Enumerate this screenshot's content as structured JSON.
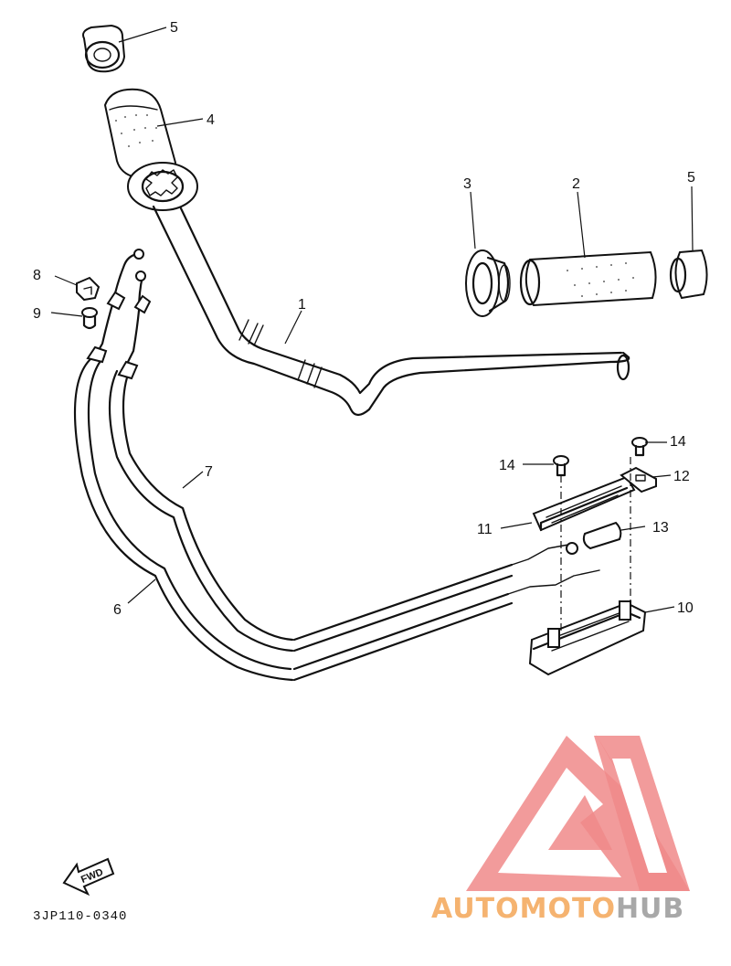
{
  "callouts": {
    "c1": "1",
    "c2": "2",
    "c3": "3",
    "c4": "4",
    "c5a": "5",
    "c5b": "5",
    "c6": "6",
    "c7": "7",
    "c8": "8",
    "c9": "9",
    "c10": "10",
    "c11": "11",
    "c12": "12",
    "c13": "13",
    "c14a": "14",
    "c14b": "14"
  },
  "direction_badge": "FWD",
  "diagram_code": "3JP110-0340",
  "watermark": {
    "brand_a": "AUTOMOTO",
    "brand_b": "HUB",
    "colors": {
      "mark": "#f08a8a",
      "brand_a": "#f5b370",
      "brand_b": "#a8a8a8"
    }
  }
}
